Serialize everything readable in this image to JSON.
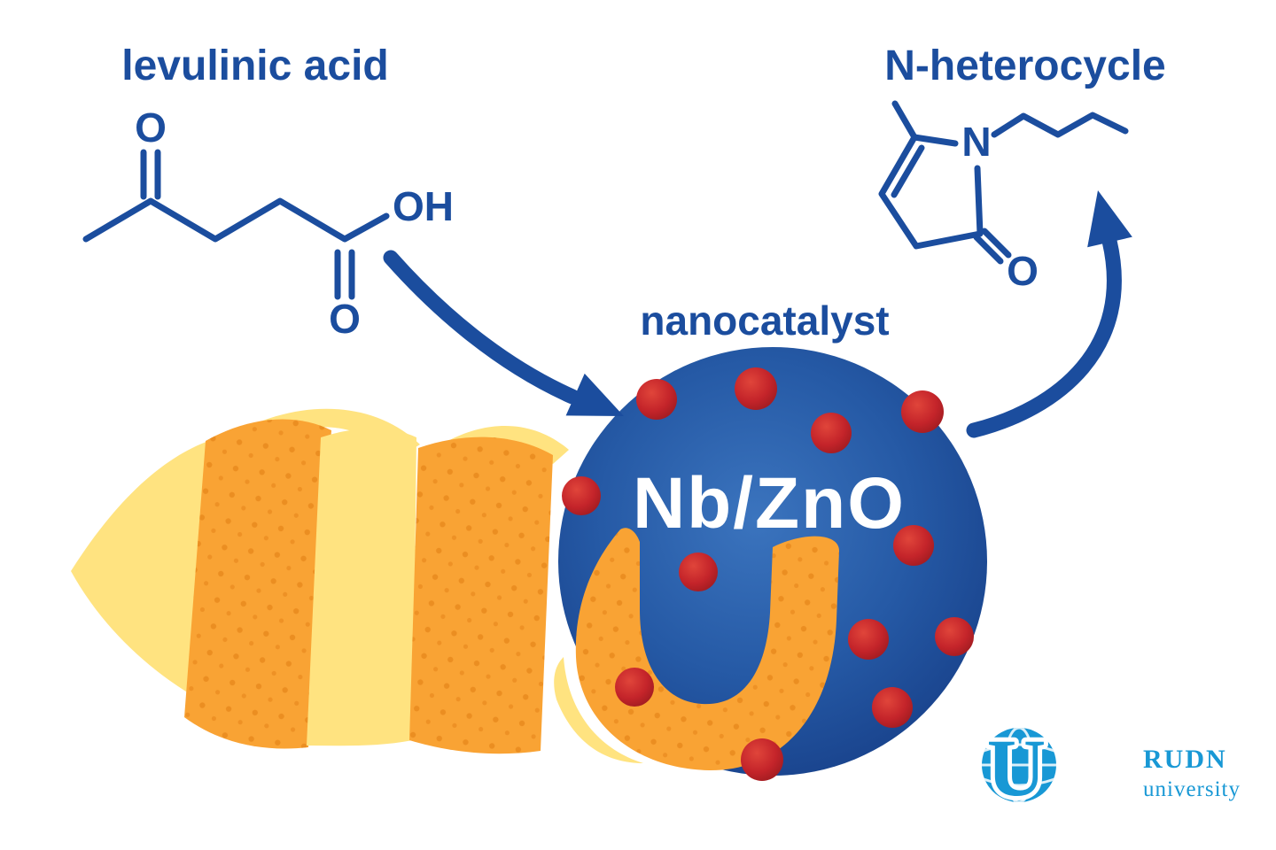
{
  "labels": {
    "reactant_title": "levulinic acid",
    "product_title": "N-heterocycle",
    "catalyst_caption": "nanocatalyst",
    "catalyst_formula": "Nb/ZnO"
  },
  "molecules": {
    "levulinic_acid": {
      "ketone_oxygen": "O",
      "carboxyl_oxygen": "O",
      "hydroxyl": "OH"
    },
    "n_heterocycle": {
      "nitrogen": "N",
      "carbonyl_oxygen": "O"
    }
  },
  "logo": {
    "emblem_letter": "U",
    "name": "RUDN",
    "subtitle": "university"
  },
  "colors": {
    "deep_blue": "#1B4D9E",
    "white": "#FFFFFF",
    "sphere_light": "#3B74BE",
    "sphere_mid": "#2559A5",
    "sphere_dark": "#173F88",
    "particle_light": "#E0453A",
    "particle_mid": "#C4242A",
    "particle_dark": "#9E1B20",
    "peel_orange": "#F9A334",
    "peel_orange_dot": "#E07C12",
    "peel_yellow": "#FFE380",
    "logo_blue": "#1898D5"
  }
}
